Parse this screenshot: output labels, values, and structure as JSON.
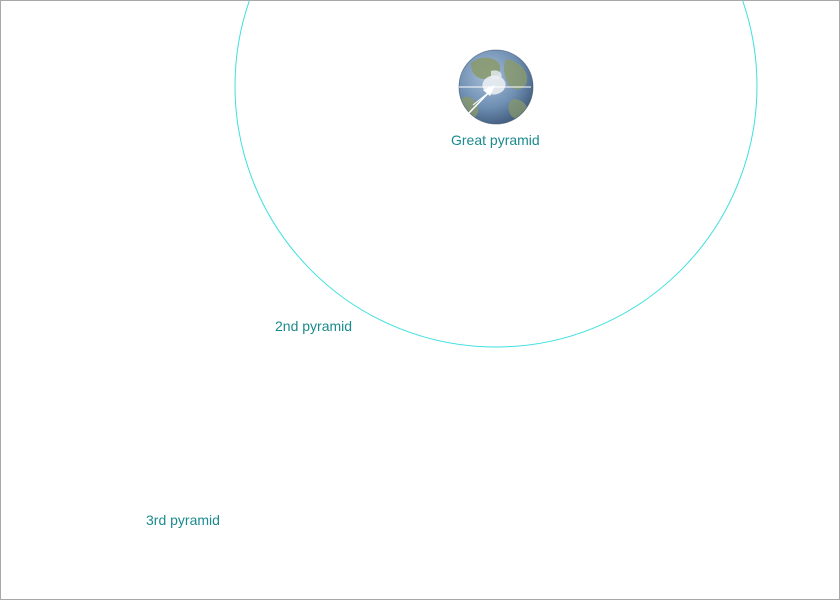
{
  "labels": {
    "great_pyramid": "Great pyramid",
    "second_pyramid": "2nd pyramid",
    "third_pyramid": "3rd pyramid"
  },
  "colors": {
    "label_text": "#1b8a8f",
    "circle_stroke": "#3ee0dc",
    "frame_border": "#a8a8a8",
    "globe_ocean": "#6f8fb3",
    "globe_land": "#8a9a6a",
    "globe_ice": "#e9eef2",
    "arrow": "#ffffff"
  },
  "icons": {
    "globe": "earth-globe-icon",
    "arrow": "direction-arrow-icon"
  }
}
